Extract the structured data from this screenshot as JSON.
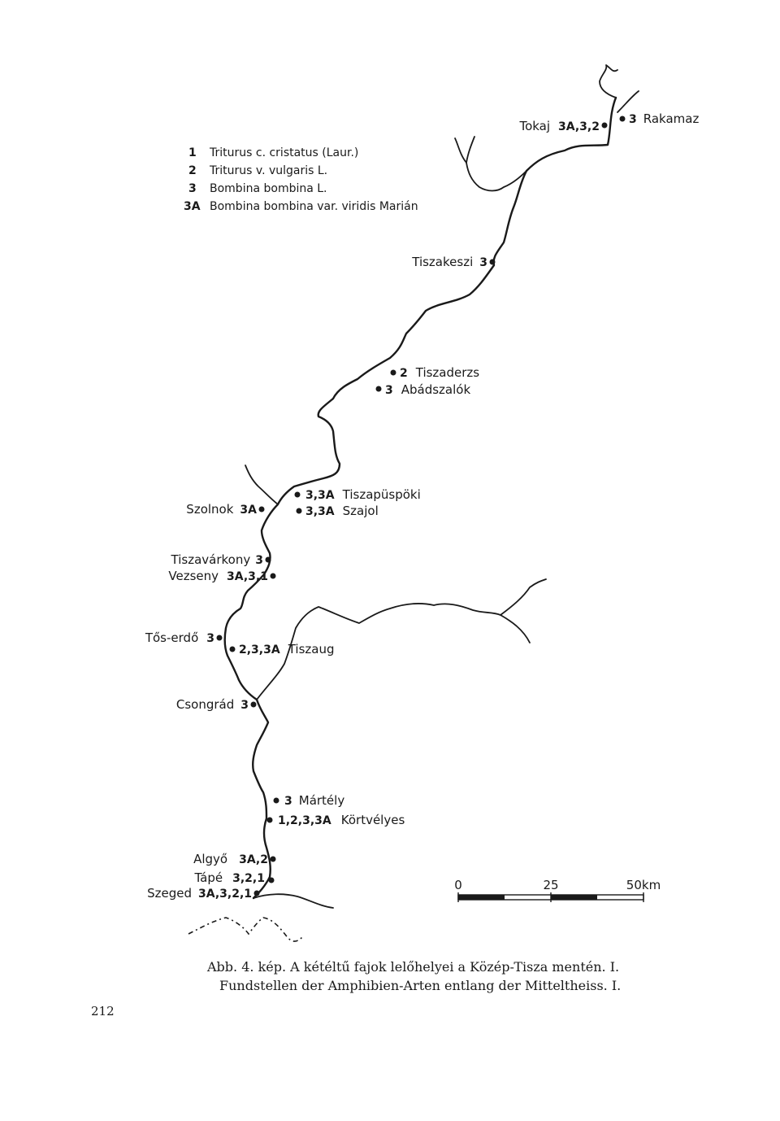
{
  "legend": {
    "items": [
      {
        "code": "1",
        "name": "Triturus c. cristatus (Laur.)"
      },
      {
        "code": "2",
        "name": "Triturus v. vulgaris L."
      },
      {
        "code": "3",
        "name": "Bombina bombina L."
      },
      {
        "code": "3A",
        "name": "Bombina bombina var. viridis Marián"
      }
    ]
  },
  "localities": [
    {
      "id": "tokaj",
      "name": "Tokaj",
      "codes": "3A,3,2"
    },
    {
      "id": "rakamaz",
      "name": "Rakamaz",
      "codes": "3"
    },
    {
      "id": "tiszakeszi",
      "name": "Tiszakeszi",
      "codes": "3"
    },
    {
      "id": "tiszaderzs",
      "name": "Tiszaderzs",
      "codes": "2"
    },
    {
      "id": "abadszalok",
      "name": "Abádszalók",
      "codes": "3"
    },
    {
      "id": "tiszapuspoki",
      "name": "Tiszapüspöki",
      "codes": "3,3A"
    },
    {
      "id": "szajol",
      "name": "Szajol",
      "codes": "3,3A"
    },
    {
      "id": "szolnok",
      "name": "Szolnok",
      "codes": "3A"
    },
    {
      "id": "tiszavarkony",
      "name": "Tiszavárkony",
      "codes": "3"
    },
    {
      "id": "vezseny",
      "name": "Vezseny",
      "codes": "3A,3,1"
    },
    {
      "id": "toserdo",
      "name": "Tős-erdő",
      "codes": "3"
    },
    {
      "id": "tiszaug",
      "name": "Tiszaug",
      "codes": "2,3,3A"
    },
    {
      "id": "csongrad",
      "name": "Csongrád",
      "codes": "3"
    },
    {
      "id": "martely",
      "name": "Mártély",
      "codes": "3"
    },
    {
      "id": "kortvelyes",
      "name": "Körtvélyes",
      "codes": "1,2,3,3A"
    },
    {
      "id": "algyo",
      "name": "Algyő",
      "codes": "3A,2"
    },
    {
      "id": "tape",
      "name": "Tápé",
      "codes": "3,2,1"
    },
    {
      "id": "szeged",
      "name": "Szeged",
      "codes": "3A,3,2,1"
    }
  ],
  "scale": {
    "ticks": [
      "0",
      "25",
      "50"
    ],
    "unit": "km"
  },
  "caption": {
    "line1": "Abb. 4. kép. A kétéltű fajok lelőhelyei a Közép-Tisza mentén. I.",
    "line2": "Fundstellen der Amphibien-Arten entlang der Mitteltheiss. I."
  },
  "page_number": "212"
}
